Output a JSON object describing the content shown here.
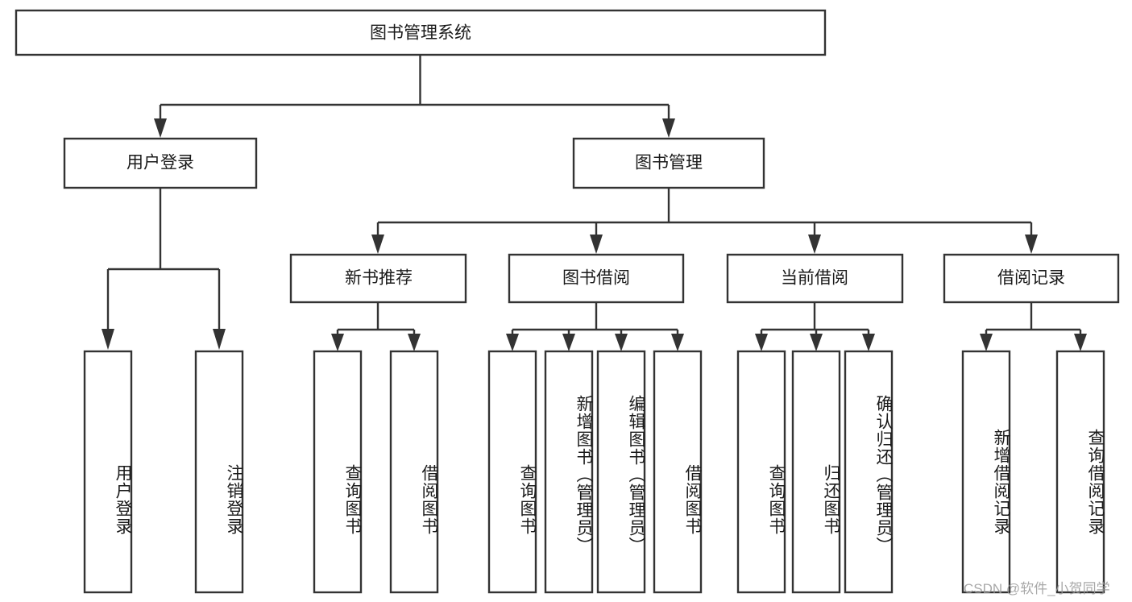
{
  "diagram": {
    "title_node": {
      "label": "图书管理系统"
    },
    "level2": [
      {
        "label": "用户登录"
      },
      {
        "label": "图书管理"
      }
    ],
    "level3": [
      {
        "label": "新书推荐"
      },
      {
        "label": "图书借阅"
      },
      {
        "label": "当前借阅"
      },
      {
        "label": "借阅记录"
      }
    ],
    "leaves": {
      "user_login": [
        {
          "label": "用户登录"
        },
        {
          "label": "注销登录"
        }
      ],
      "new_book_recommend": [
        {
          "label": "查询图书"
        },
        {
          "label": "借阅图书"
        }
      ],
      "book_borrow": [
        {
          "label": "查询图书"
        },
        {
          "label": "新增图书（管理员）"
        },
        {
          "label": "编辑图书（管理员）"
        },
        {
          "label": "借阅图书"
        }
      ],
      "current_borrow": [
        {
          "label": "查询图书"
        },
        {
          "label": "归还图书"
        },
        {
          "label": "确认归还（管理员）"
        }
      ],
      "borrow_record": [
        {
          "label": "新增借阅记录"
        },
        {
          "label": "查询借阅记录"
        }
      ]
    }
  },
  "watermark": {
    "text": "CSDN @软件_小贺同学"
  },
  "colors": {
    "stroke": "#333333",
    "fill": "#ffffff",
    "text": "#1a1a1a",
    "watermark": "#9a9a9a"
  }
}
